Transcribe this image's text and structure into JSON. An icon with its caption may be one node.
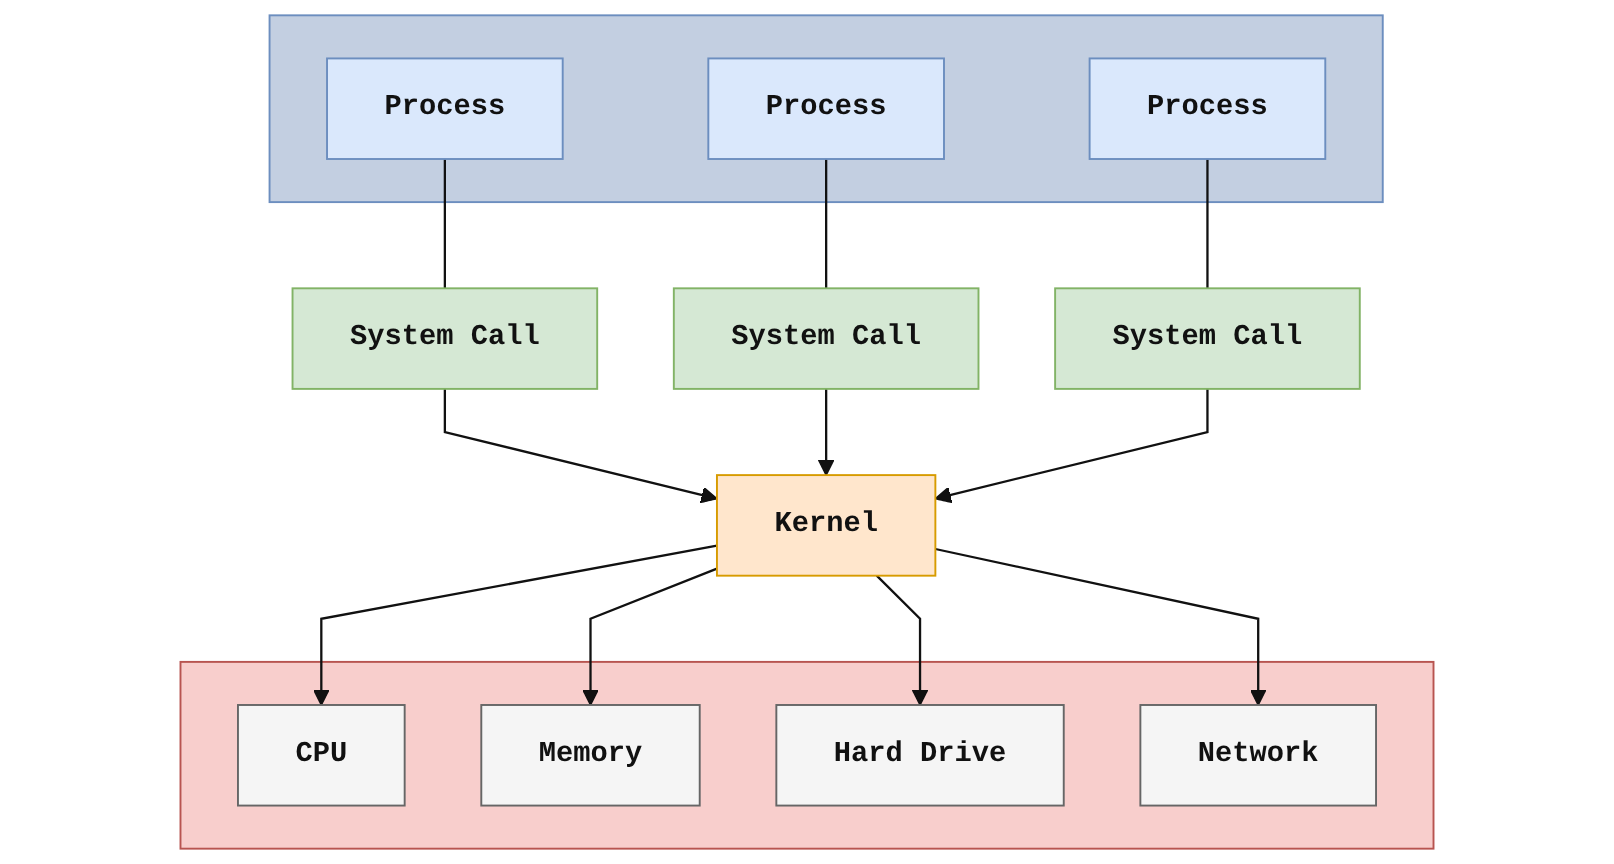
{
  "diagram": {
    "nodes": [
      {
        "text": [],
        "shape": "box"
      },
      {
        "text": [
          "Process"
        ],
        "in": 0
      },
      {
        "text": [
          "Process"
        ],
        "in": 0
      },
      {
        "text": [
          "Process"
        ],
        "in": 0
      },
      {
        "text": [
          "System Call"
        ]
      },
      {
        "text": [
          "System Call"
        ]
      },
      {
        "text": [
          "System Call"
        ]
      },
      {
        "text": [
          "Kernel"
        ]
      },
      {
        "text": [],
        "shape": "box"
      },
      {
        "text": [
          "CPU"
        ],
        "in": 8
      },
      {
        "text": [
          "Memory"
        ],
        "in": 8
      },
      {
        "text": [
          "Hard Drive"
        ],
        "in": 8
      },
      {
        "text": [
          "Network"
        ],
        "in": 8
      }
    ],
    "edges": [
      {
        "from": 1,
        "to": 4,
        "arrow": "none"
      },
      {
        "from": 4,
        "to": 7,
        "arrow": "to"
      },
      {
        "from": 2,
        "to": 5,
        "arrow": "none"
      },
      {
        "from": 5,
        "to": 7,
        "arrow": "to"
      },
      {
        "from": 3,
        "to": 6,
        "arrow": "none"
      },
      {
        "from": 6,
        "to": 7,
        "arrow": "to"
      },
      {
        "from": 7,
        "to": 9,
        "arrow": "to"
      },
      {
        "from": 7,
        "to": 10,
        "arrow": "to"
      },
      {
        "from": 7,
        "to": 11,
        "arrow": "to"
      },
      {
        "from": 7,
        "to": 12,
        "arrow": "to"
      }
    ]
  }
}
